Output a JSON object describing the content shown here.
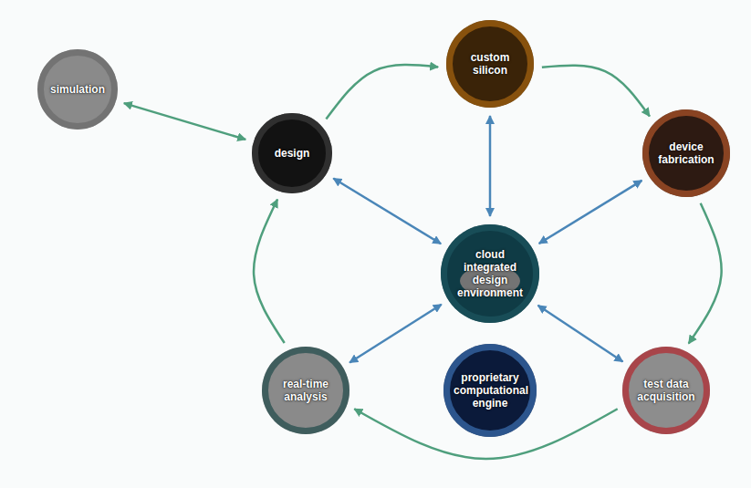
{
  "diagram": {
    "nodes": [
      {
        "text": [
          "simulation"
        ]
      },
      {
        "text": [
          "design"
        ]
      },
      {
        "text": [
          "custom silicon"
        ]
      },
      {
        "text": [
          "device fabrication"
        ]
      },
      {
        "text": [
          "cloud integrated design environment"
        ]
      },
      {
        "text": [
          "real-time analysis"
        ]
      },
      {
        "text": [
          "proprietary computational engine"
        ]
      },
      {
        "text": [
          "test data acquisition"
        ]
      }
    ],
    "edges": [
      {
        "from": 0,
        "to": 1,
        "arrow": "both"
      },
      {
        "from": 1,
        "to": 2,
        "arrow": "to"
      },
      {
        "from": 2,
        "to": 3,
        "arrow": "to"
      },
      {
        "from": 3,
        "to": 7,
        "arrow": "to"
      },
      {
        "from": 7,
        "to": 5,
        "arrow": "to"
      },
      {
        "from": 5,
        "to": 1,
        "arrow": "to"
      },
      {
        "from": 1,
        "to": 4,
        "arrow": "both"
      },
      {
        "from": 2,
        "to": 4,
        "arrow": "both"
      },
      {
        "from": 3,
        "to": 4,
        "arrow": "both"
      },
      {
        "from": 5,
        "to": 4,
        "arrow": "both"
      },
      {
        "from": 7,
        "to": 4,
        "arrow": "both"
      }
    ]
  }
}
